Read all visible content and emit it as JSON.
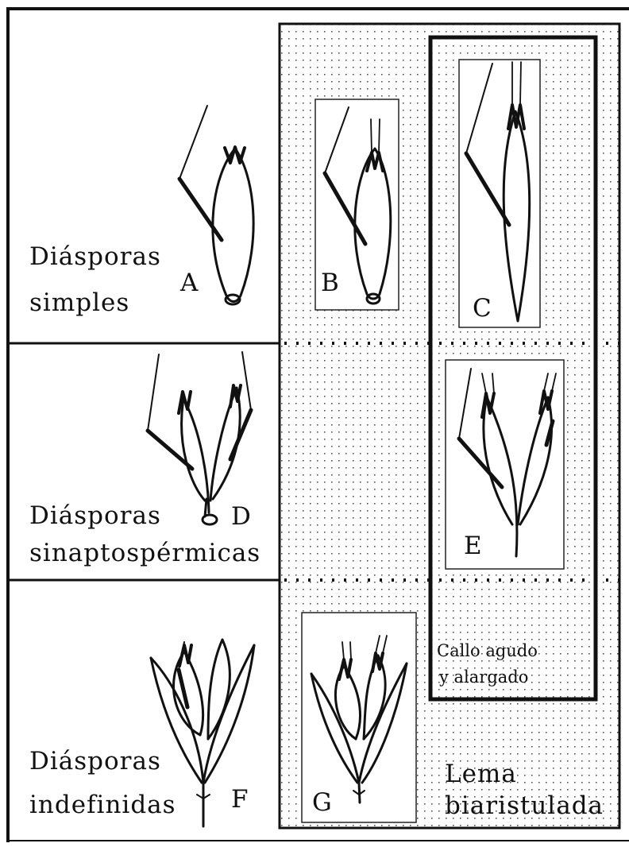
{
  "rows": [
    {
      "label_line1": "Diásporas",
      "label_line2": "simples"
    },
    {
      "label_line1": "Diásporas",
      "label_line2": "sinaptospérmicas"
    },
    {
      "label_line1": "Diásporas",
      "label_line2": "indefinidas"
    }
  ],
  "letters": {
    "a": "A",
    "b": "B",
    "c": "C",
    "d": "D",
    "e": "E",
    "f": "F",
    "g": "G"
  },
  "regions": {
    "lema_line1": "Lema",
    "lema_line2": "biaristulada",
    "callo_line1": "Callo agudo",
    "callo_line2": "y alargado"
  }
}
